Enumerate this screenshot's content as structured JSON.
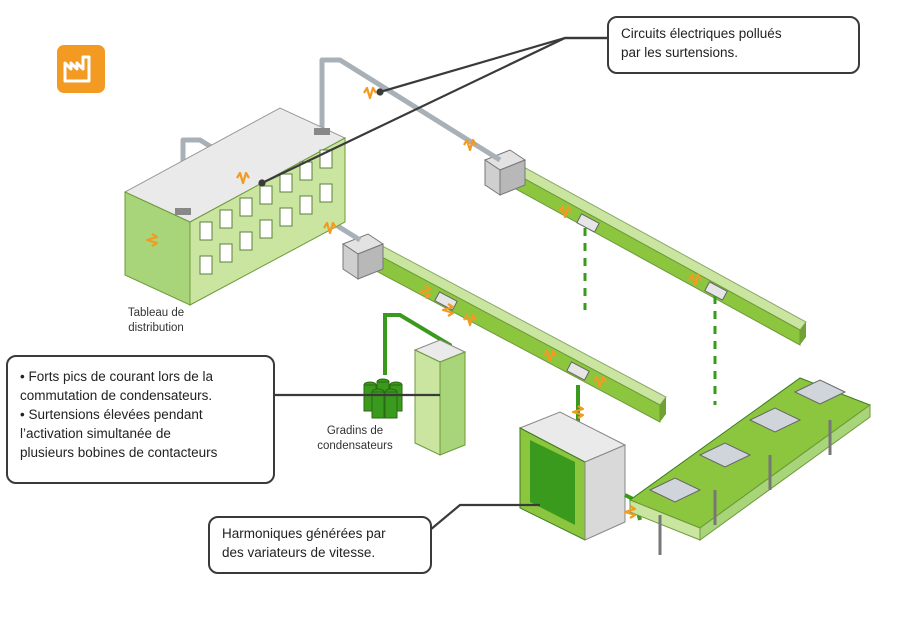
{
  "callouts": {
    "top": {
      "line1": "Circuits électriques pollués",
      "line2": "par les surtensions."
    },
    "left": {
      "line1": "• Forts pics de courant lors de la",
      "line2": "commutation de condensateurs.",
      "line3": "• Surtensions élevées pendant",
      "line4": "l’activation simultanée de",
      "line5": "plusieurs bobines de contacteurs"
    },
    "bottom": {
      "line1": "Harmoniques générées par",
      "line2": "des variateurs de vitesse."
    }
  },
  "labels": {
    "panel": {
      "line1": "Tableau de",
      "line2": "distribution"
    },
    "capacitors": {
      "line1": "Gradins de",
      "line2": "condensateurs"
    }
  },
  "icons": {
    "logo": "factory-icon",
    "surge": "surge-wave-icon"
  },
  "colors": {
    "green": "#8cc63f",
    "light_green": "#c9e5a0",
    "dark_green": "#3a9a1e",
    "orange": "#f39a22",
    "gray": "#d9d9d9",
    "dark_gray": "#888888",
    "pipe": "#a9b1b8"
  }
}
